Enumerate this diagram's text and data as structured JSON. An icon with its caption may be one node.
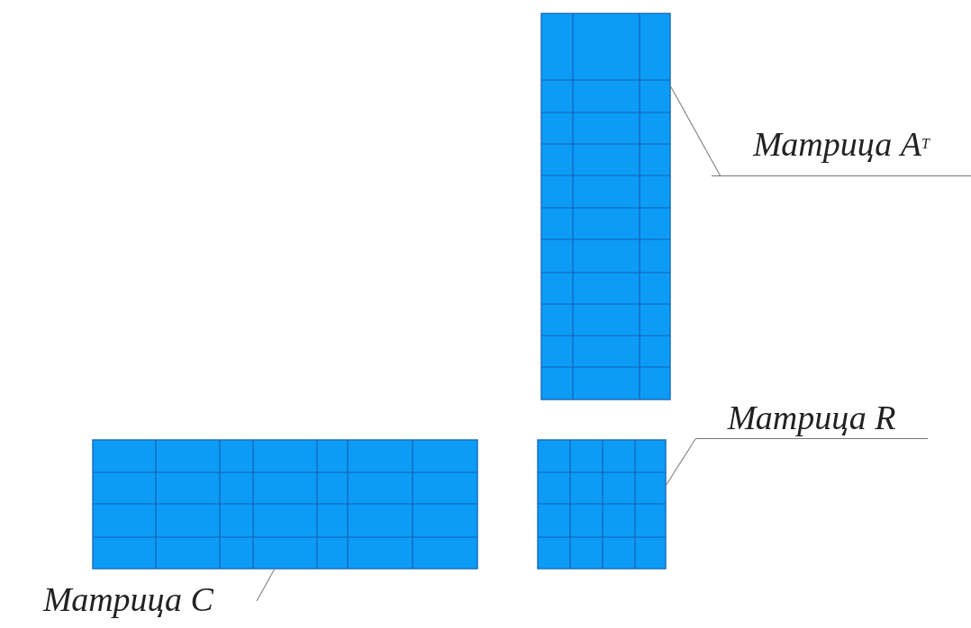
{
  "diagram": {
    "nodes": [
      {
        "text": [],
        "shape": "box"
      },
      {
        "text": [
          "Матрица A$^{T}$"
        ]
      },
      {
        "text": [
          "Матрица R"
        ]
      },
      {
        "text": [],
        "shape": "box"
      },
      {
        "text": [],
        "shape": "box"
      },
      {
        "text": [
          "Матрица C"
        ]
      }
    ],
    "edges": [
      {
        "from": 1,
        "to": 0,
        "arrow": "none"
      },
      {
        "from": 2,
        "to": 4,
        "arrow": "none"
      },
      {
        "from": 5,
        "to": 3,
        "arrow": "none"
      }
    ]
  }
}
